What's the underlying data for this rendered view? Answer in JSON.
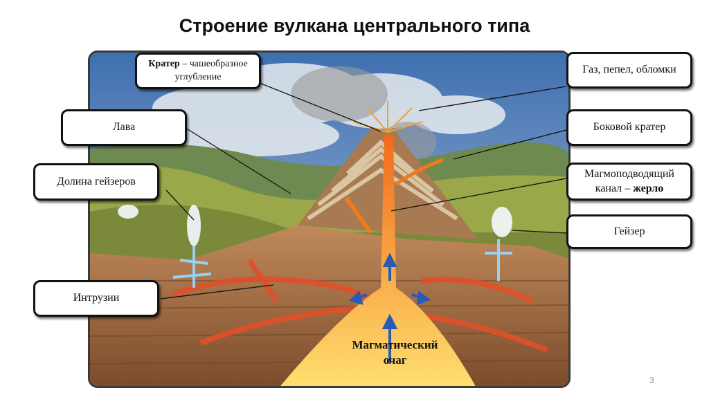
{
  "title": "Строение вулкана центрального типа",
  "labels": {
    "crater_bold": "Кратер",
    "crater_rest": " – чашеобразное углубление",
    "lava": "Лава",
    "geyser_valley": "Долина гейзеров",
    "intrusions": "Интрузии",
    "gas": "Газ, пепел, обломки",
    "side_crater": "Боковой кратер",
    "conduit_line1": "Магмоподводящий",
    "conduit_line2": "канал – ",
    "conduit_bold": "жерло",
    "geyser": "Гейзер",
    "magma_chamber_line1": "Магматический",
    "magma_chamber_line2": "очаг"
  },
  "page_number": "3",
  "colors": {
    "magma": "#f07a1c",
    "rock": "#9a6a44",
    "sky": "#6a90c0"
  }
}
